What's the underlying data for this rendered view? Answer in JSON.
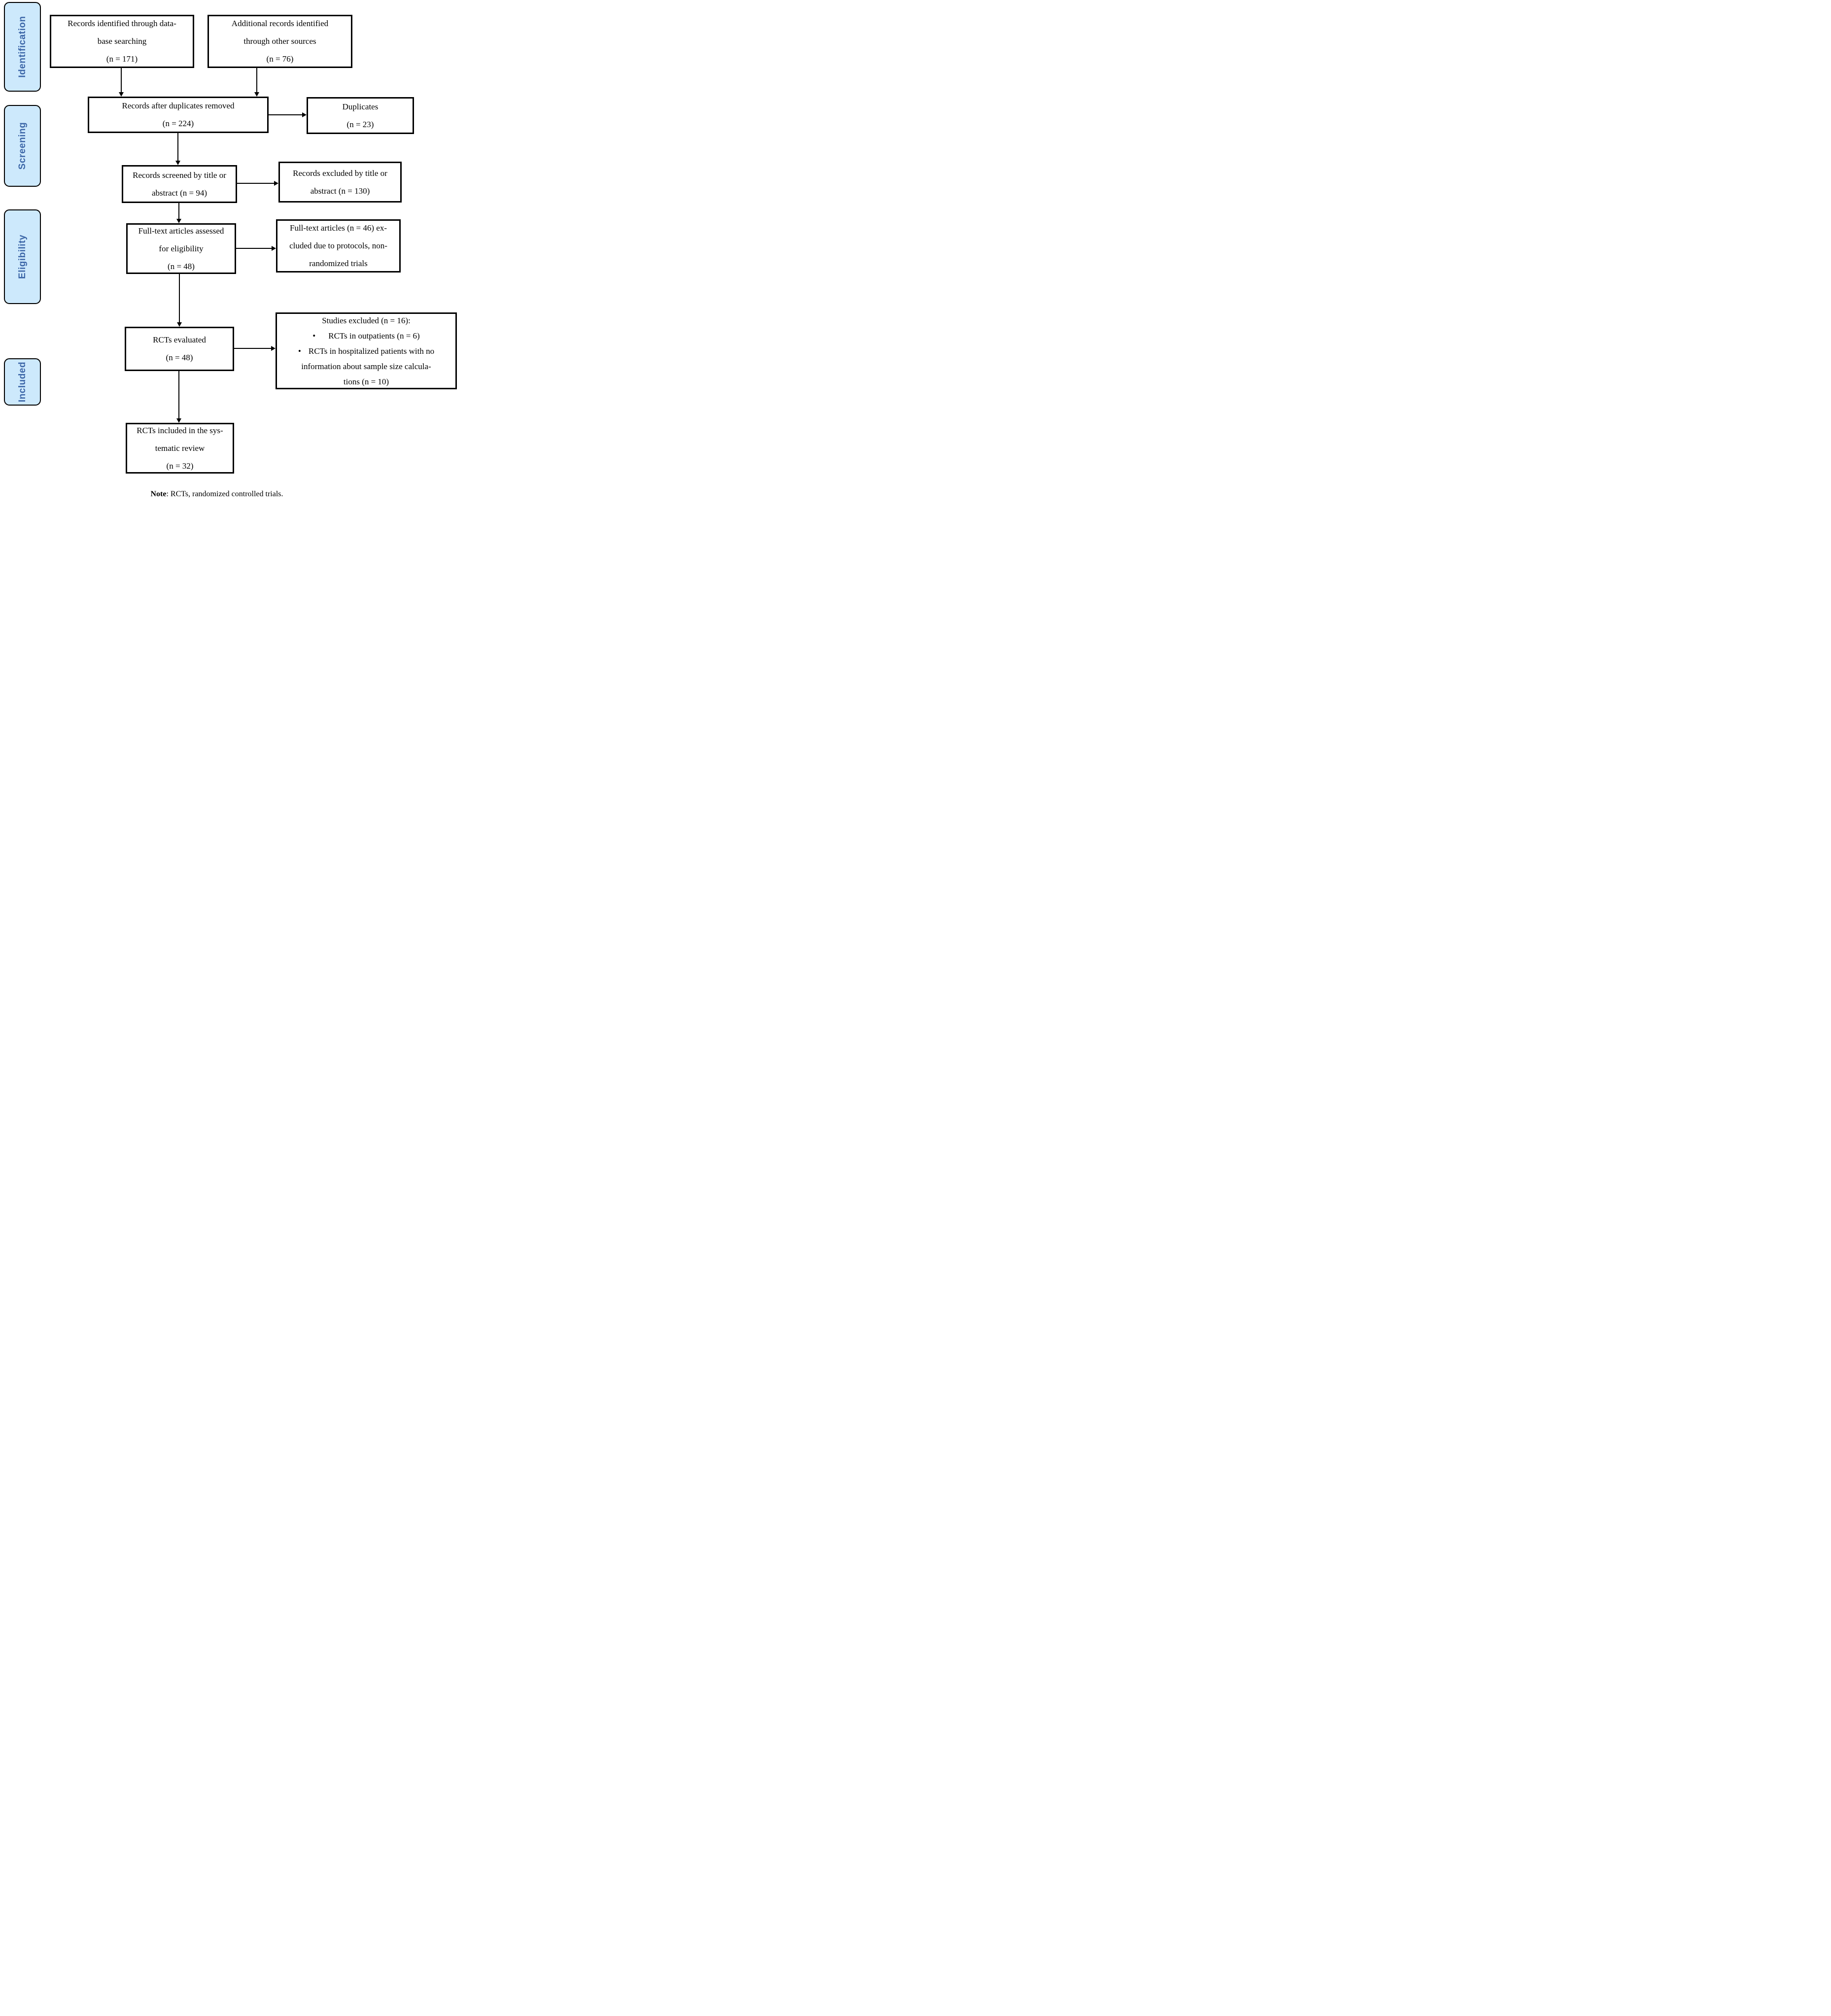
{
  "palette": {
    "sidebar-fill": "#cde9fc",
    "sidebar-text": "#3d67a8",
    "box-border": "#000000",
    "box-text": "#000000",
    "arrow-color": "#000000"
  },
  "sidebar": {
    "stages": [
      {
        "label": "Identification"
      },
      {
        "label": "Screening"
      },
      {
        "label": "Eligibility"
      },
      {
        "label": "Included"
      }
    ]
  },
  "boxes": {
    "identified": {
      "lines": [
        "Records identified through data-",
        "base searching",
        "(n = 171)"
      ]
    },
    "additional": {
      "lines": [
        "Additional records identified",
        "through other sources",
        "(n = 76)"
      ]
    },
    "after_duplicates": {
      "lines": [
        "Records after duplicates removed",
        "(n = 224)"
      ]
    },
    "duplicates": {
      "lines": [
        "Duplicates",
        "(n = 23)"
      ]
    },
    "screened": {
      "lines": [
        "Records screened by title or",
        "abstract (n = 94)"
      ]
    },
    "excluded_title": {
      "lines": [
        "Records excluded by title or",
        "abstract (n = 130)"
      ]
    },
    "fulltext_assessed": {
      "lines": [
        "Full-text articles assessed",
        "for eligibility",
        "(n = 48)"
      ]
    },
    "fulltext_excluded": {
      "lines": [
        "Full-text articles (n = 46) ex-",
        "cluded due to protocols, non-",
        "randomized trials"
      ]
    },
    "rcts_evaluated": {
      "lines": [
        "RCTs evaluated",
        "(n = 48)"
      ]
    },
    "studies_excluded": {
      "bullet": "•",
      "lines": [
        "Studies excluded (n = 16):",
        "RCTs in outpatients (n = 6)",
        "RCTs in hospitalized patients with no",
        "information about sample size calcula-",
        "tions (n = 10)"
      ]
    },
    "rcts_included": {
      "lines": [
        "RCTs included in the sys-",
        "tematic review",
        "(n = 32)"
      ]
    }
  },
  "note": {
    "bold_prefix": "Note",
    "text": ": RCTs, randomized controlled trials."
  }
}
